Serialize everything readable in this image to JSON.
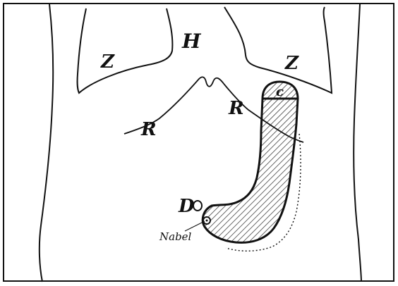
{
  "labels": {
    "z_left": "Z",
    "h": "H",
    "z_right": "Z",
    "r_left": "R",
    "r_right": "R",
    "c": "c",
    "d": "D",
    "nabel": "Nabel"
  }
}
